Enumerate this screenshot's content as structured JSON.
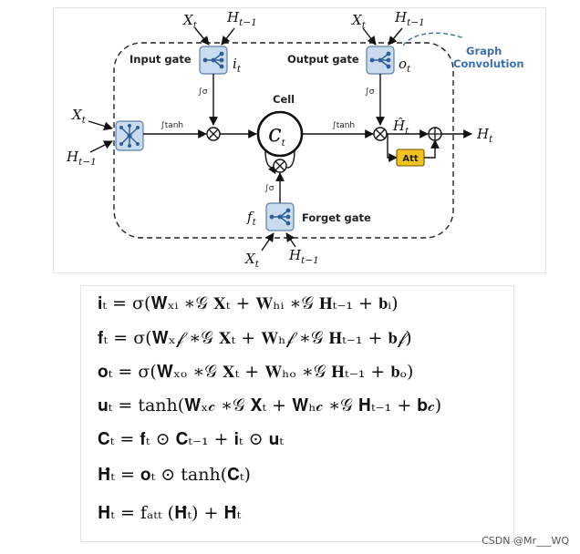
{
  "diagram": {
    "input_gate_label": "Input gate",
    "output_gate_label": "Output gate",
    "forget_gate_label": "Forget gate",
    "cell_label": "Cell",
    "graph_convolution_line1": "Graph",
    "graph_convolution_line2": "Convolution",
    "att_label": "Att",
    "var_X": "X",
    "var_H": "H",
    "sub_t": "t",
    "sub_t_minus_1": "t−1",
    "gate_i": "i",
    "gate_o": "o",
    "gate_f": "f",
    "cell_symbol": "c",
    "hat_H": "Ĥ",
    "act_sigma": "∫σ",
    "act_tanh": "∫tanh"
  },
  "equations": [
    "𝐢ₜ = σ(𝐖ₓᵢ ∗𝒢 𝐗ₜ + 𝐖ₕᵢ ∗𝒢 𝐇ₜ₋₁ + 𝐛ᵢ)",
    "𝐟ₜ = σ(𝐖ₓ𝒻 ∗𝒢 𝐗ₜ + 𝐖ₕ𝒻 ∗𝒢 𝐇ₜ₋₁ + 𝐛𝒻)",
    "𝐨ₜ = σ(𝐖ₓₒ ∗𝒢 𝐗ₜ + 𝐖ₕₒ ∗𝒢 𝐇ₜ₋₁ + 𝐛ₒ)",
    "𝐮ₜ = tanh(𝐖ₓ𝒸 ∗𝒢 𝐗ₜ + 𝐖ₕ𝒸 ∗𝒢 𝐇ₜ₋₁ + 𝐛𝒸)",
    "𝐂ₜ = 𝐟ₜ ⊙ 𝐂ₜ₋₁ + 𝐢ₜ ⊙ 𝐮ₜ",
    "𝐇̂ₜ = 𝐨ₜ ⊙ tanh(𝐂ₜ)",
    "𝐇ₜ = fₐₜₜ (𝐇̂ₜ) + 𝐇̂ₜ"
  ],
  "watermark": "CSDN @Mr___WQ"
}
